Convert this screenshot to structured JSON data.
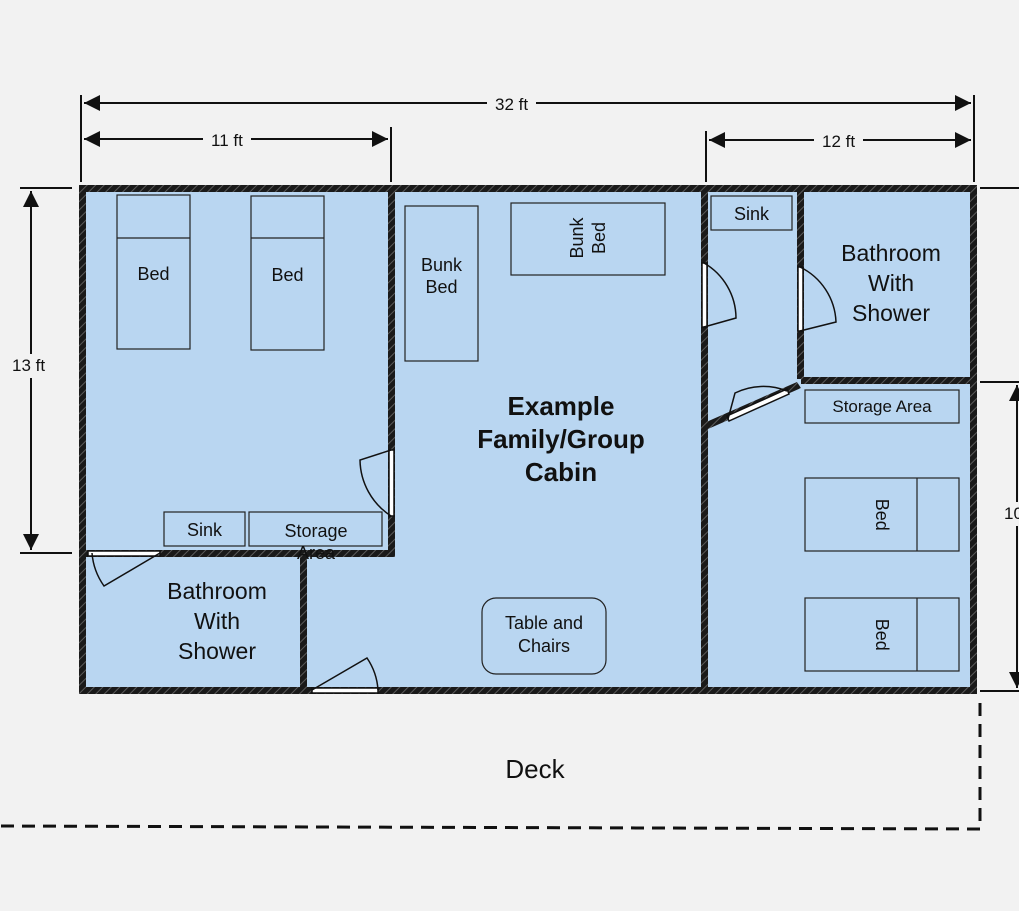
{
  "dimensions": {
    "overall_width": "32 ft",
    "left_width": "11 ft",
    "right_width": "12 ft",
    "left_height": "13 ft",
    "right_height": "10"
  },
  "title": "Example Family/Group Cabin",
  "rooms": {
    "left_bathroom": "Bathroom With Shower",
    "right_bathroom": "Bathroom With Shower",
    "deck": "Deck"
  },
  "items": {
    "bed_1": "Bed",
    "bed_2": "Bed",
    "bunk_bed_vertical": "Bunk Bed",
    "bunk_bed_rotated": "Bunk Bed",
    "sink_left": "Sink",
    "storage_left": "Storage Area",
    "sink_right": "Sink",
    "storage_right": "Storage Area",
    "table": "Table and Chairs",
    "bed_right_1": "Bed",
    "bed_right_2": "Bed"
  },
  "colors": {
    "room_fill": "#b9d6f1",
    "wall": "#1a1a1a",
    "background": "#f2f2f2"
  }
}
